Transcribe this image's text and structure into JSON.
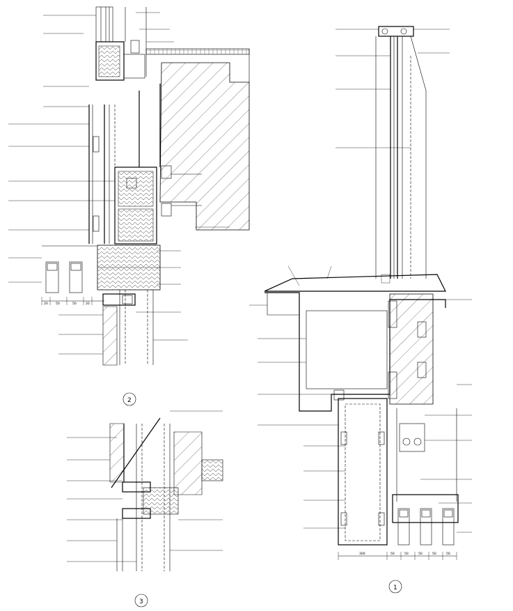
{
  "drawing": {
    "detail_tags": [
      "1",
      "2",
      "3"
    ]
  },
  "colors": {
    "line": "#000000",
    "background": "#ffffff"
  },
  "detail2": {
    "dims": [
      "20",
      "50",
      "50",
      "20"
    ]
  },
  "detail1": {
    "dims": [
      "300",
      "50",
      "50",
      "50",
      "50",
      "50"
    ]
  }
}
